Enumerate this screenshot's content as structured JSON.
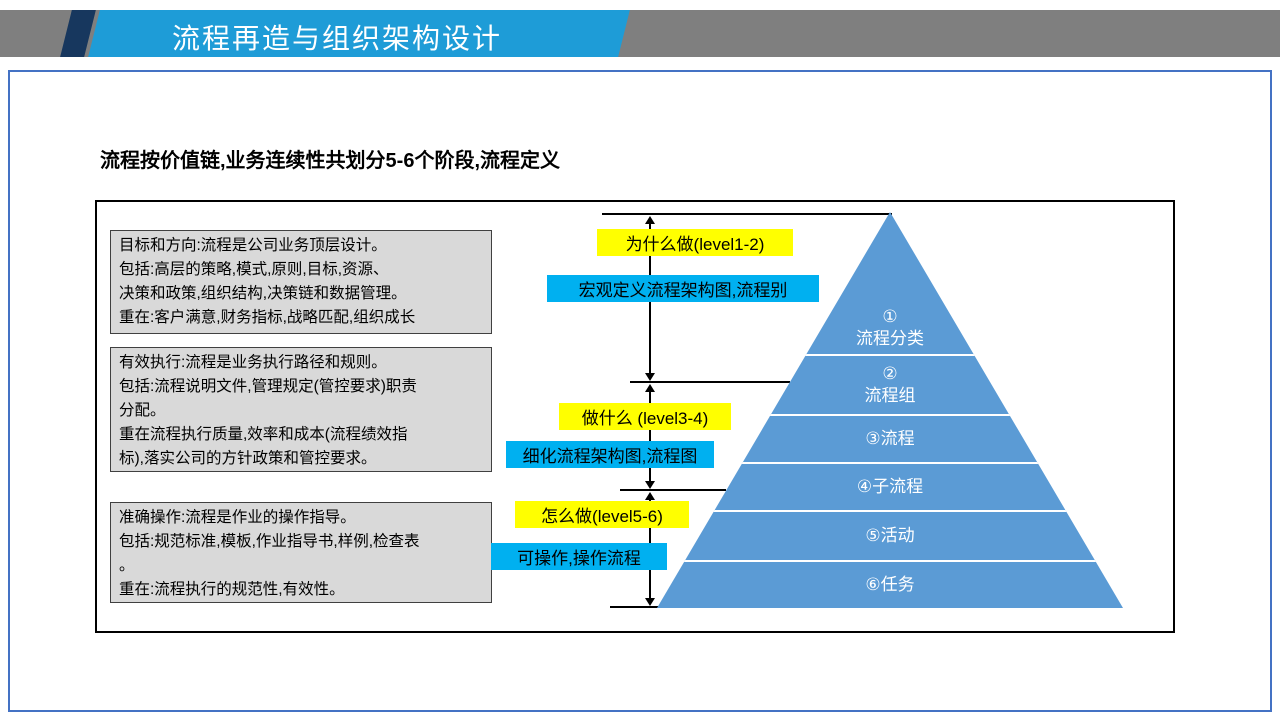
{
  "header": {
    "title": "流程再造与组织架构设计"
  },
  "slide": {
    "subtitle": "流程按价值链,业务连续性共划分5-6个阶段,流程定义"
  },
  "diagram": {
    "left_boxes": [
      {
        "text": "目标和方向:流程是公司业务顶层设计。\n包括:高层的策略,模式,原则,目标,资源、\n决策和政策,组织结构,决策链和数据管理。\n重在:客户满意,财务指标,战略匹配,组织成长"
      },
      {
        "text": "有效执行:流程是业务执行路径和规则。\n包括:流程说明文件,管理规定(管控要求)职责\n分配。\n重在流程执行质量,效率和成本(流程绩效指\n标),落实公司的方针政策和管控要求。"
      },
      {
        "text": "准确操作:流程是作业的操作指导。\n包括:规范标准,模板,作业指导书,样例,检查表\n。\n重在:流程执行的规范性,有效性。"
      }
    ],
    "stages": [
      {
        "question": "为什么做(level1-2)",
        "definition": "宏观定义流程架构图,流程别"
      },
      {
        "question": "做什么  (level3-4)",
        "definition": "细化流程架构图,流程图"
      },
      {
        "question": "怎么做(level5-6)",
        "definition": "可操作,操作流程"
      }
    ],
    "pyramid": {
      "levels": [
        {
          "label": "①\n流程分类"
        },
        {
          "label": "②\n流程组"
        },
        {
          "label": "③流程"
        },
        {
          "label": "④子流程"
        },
        {
          "label": "⑤活动"
        },
        {
          "label": "⑥任务"
        }
      ]
    }
  },
  "colors": {
    "header_gray": "#7f7f7f",
    "header_blue": "#1e9cd7",
    "header_navy": "#17375e",
    "frame_blue": "#4472c4",
    "pyramid_blue": "#5b9bd5",
    "highlight_yellow": "#ffff00",
    "highlight_cyan": "#00b0f0",
    "box_gray": "#d9d9d9"
  }
}
